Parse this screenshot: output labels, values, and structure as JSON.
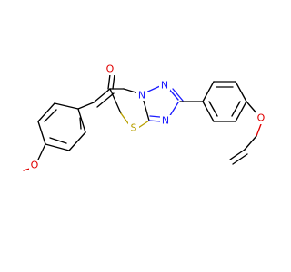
{
  "molecule": {
    "atoms": {
      "carbonyl_oxygen": "O",
      "triazole_n1": "N",
      "triazole_n2": "N",
      "triazole_n3": "N",
      "thiazole_sulfur": "S",
      "methoxy_oxygen": "O",
      "allyloxy_oxygen": "O"
    }
  },
  "colors": {
    "carbon_bond": "#000000",
    "nitrogen": "#1c1cff",
    "oxygen": "#e00000",
    "sulfur": "#b8a000",
    "background": "#ffffff"
  }
}
